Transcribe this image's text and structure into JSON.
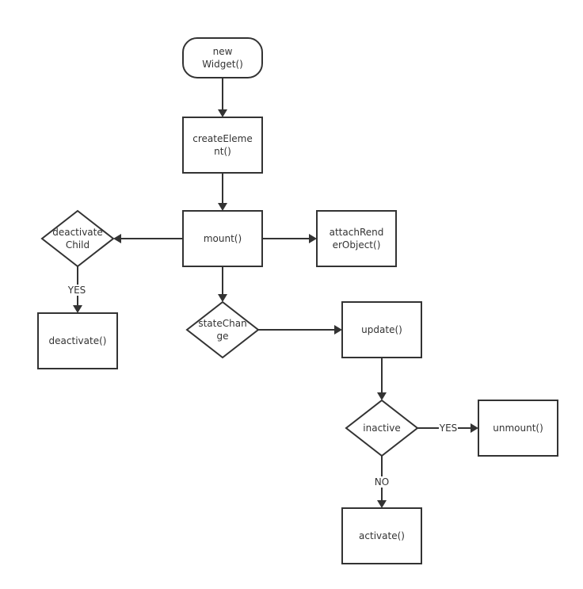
{
  "diagram": {
    "type": "flowchart",
    "nodes": [
      {
        "id": "new-widget",
        "shape": "terminator",
        "lines": [
          "new",
          "Widget()"
        ]
      },
      {
        "id": "create-element",
        "shape": "process",
        "lines": [
          "createEleme",
          "nt()"
        ]
      },
      {
        "id": "mount",
        "shape": "process",
        "lines": [
          "mount()"
        ]
      },
      {
        "id": "attach-render-object",
        "shape": "process",
        "lines": [
          "attachRend",
          "erObject()"
        ]
      },
      {
        "id": "deactivate-child",
        "shape": "decision",
        "lines": [
          "deactivate",
          "Child"
        ]
      },
      {
        "id": "deactivate",
        "shape": "process",
        "lines": [
          "deactivate()"
        ]
      },
      {
        "id": "state-change",
        "shape": "decision",
        "lines": [
          "stateChan",
          "ge"
        ]
      },
      {
        "id": "update",
        "shape": "process",
        "lines": [
          "update()"
        ]
      },
      {
        "id": "inactive",
        "shape": "decision",
        "lines": [
          "inactive"
        ]
      },
      {
        "id": "unmount",
        "shape": "process",
        "lines": [
          "unmount()"
        ]
      },
      {
        "id": "activate",
        "shape": "process",
        "lines": [
          "activate()"
        ]
      }
    ],
    "edges": [
      {
        "id": "e1",
        "from": "new-widget",
        "to": "create-element",
        "label": ""
      },
      {
        "id": "e2",
        "from": "create-element",
        "to": "mount",
        "label": ""
      },
      {
        "id": "e3",
        "from": "mount",
        "to": "deactivate-child",
        "label": ""
      },
      {
        "id": "e4",
        "from": "mount",
        "to": "attach-render-object",
        "label": ""
      },
      {
        "id": "e5",
        "from": "deactivate-child",
        "to": "deactivate",
        "label": "YES"
      },
      {
        "id": "e6",
        "from": "mount",
        "to": "state-change",
        "label": ""
      },
      {
        "id": "e7",
        "from": "state-change",
        "to": "update",
        "label": ""
      },
      {
        "id": "e8",
        "from": "update",
        "to": "inactive",
        "label": ""
      },
      {
        "id": "e9",
        "from": "inactive",
        "to": "unmount",
        "label": "YES"
      },
      {
        "id": "e10",
        "from": "inactive",
        "to": "activate",
        "label": "NO"
      }
    ],
    "colors": {
      "stroke": "#333333",
      "fill": "#ffffff",
      "text": "#333333"
    }
  }
}
